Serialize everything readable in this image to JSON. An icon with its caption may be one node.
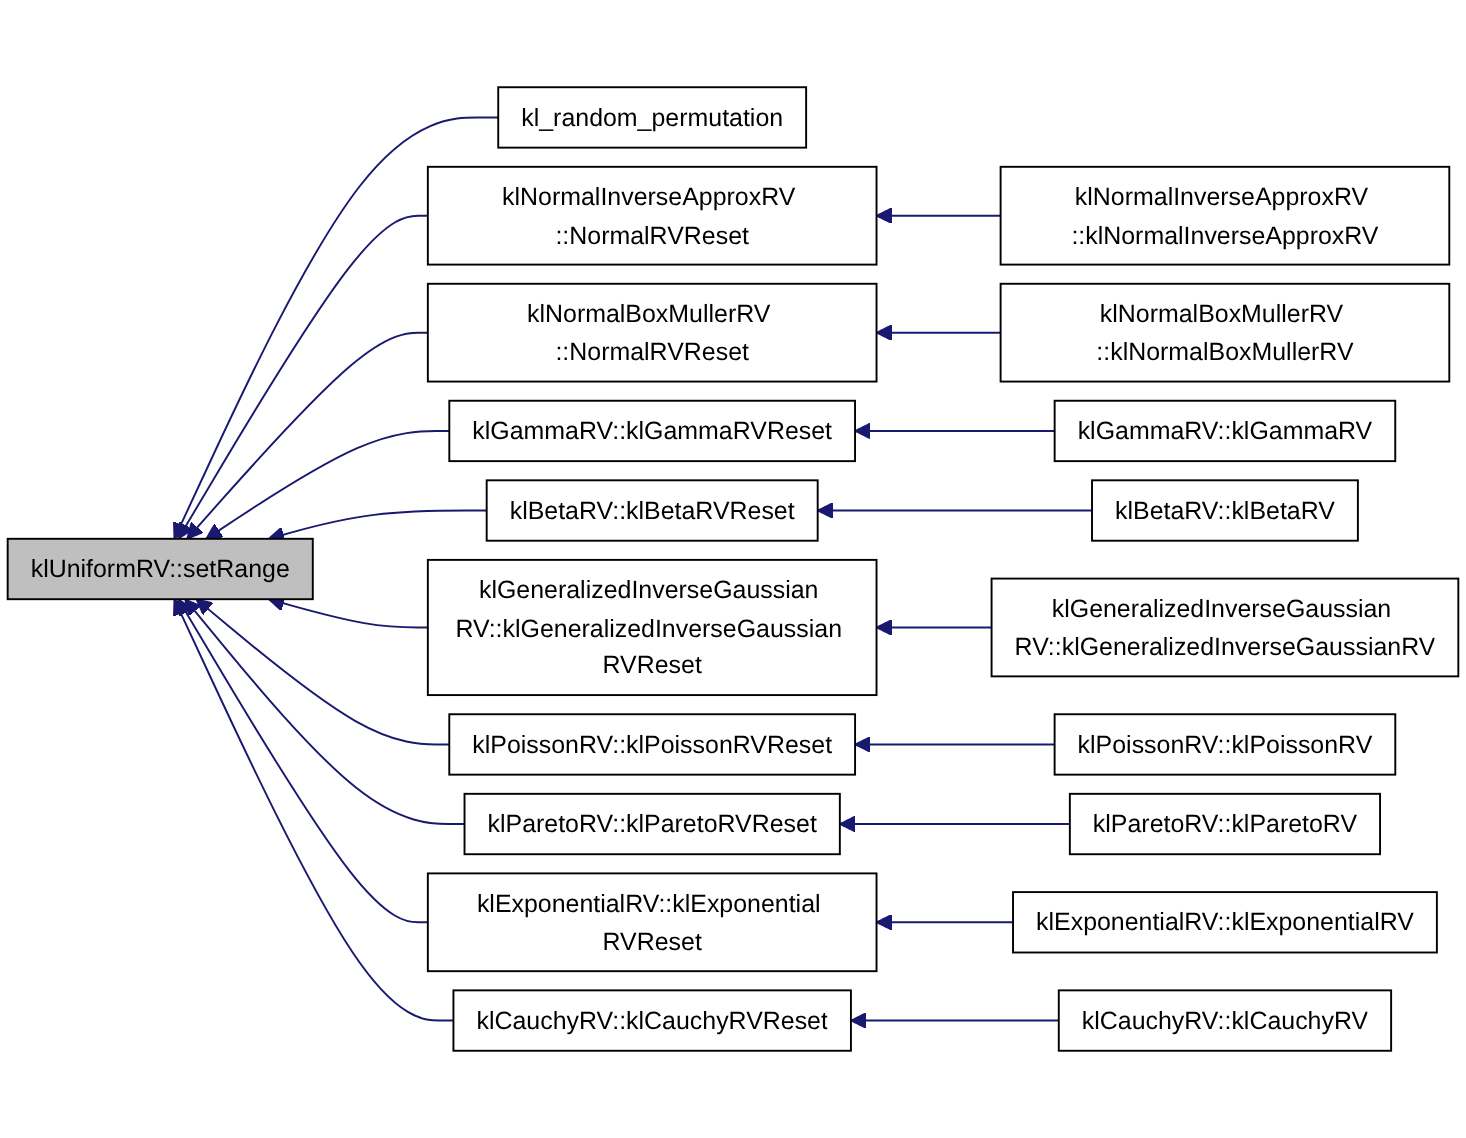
{
  "diagram": {
    "nodes": [
      {
        "text": [
          "klUniformRV::setRange"
        ]
      },
      {
        "text": [
          "kl_random_permutation"
        ]
      },
      {
        "text": [
          "klNormalInverseApproxRV ::NormalRVReset"
        ]
      },
      {
        "text": [
          "klNormalInverseApproxRV ::klNormalInverseApproxRV"
        ]
      },
      {
        "text": [
          "klNormalBoxMullerRV ::NormalRVReset"
        ]
      },
      {
        "text": [
          "klNormalBoxMullerRV ::klNormalBoxMullerRV"
        ]
      },
      {
        "text": [
          "klGammaRV::klGammaRVReset"
        ]
      },
      {
        "text": [
          "klGammaRV::klGammaRV"
        ]
      },
      {
        "text": [
          "klBetaRV::klBetaRVReset"
        ]
      },
      {
        "text": [
          "klBetaRV::klBetaRV"
        ]
      },
      {
        "text": [
          "klGeneralizedInverseGaussian RV::klGeneralizedInverseGaussian RVReset"
        ]
      },
      {
        "text": [
          "klGeneralizedInverseGaussian RV::klGeneralizedInverseGaussianRV"
        ]
      },
      {
        "text": [
          "klPoissonRV::klPoissonRVReset"
        ]
      },
      {
        "text": [
          "klPoissonRV::klPoissonRV"
        ]
      },
      {
        "text": [
          "klParetoRV::klParetoRVReset"
        ]
      },
      {
        "text": [
          "klParetoRV::klParetoRV"
        ]
      },
      {
        "text": [
          "klExponentialRV::klExponential RVReset"
        ]
      },
      {
        "text": [
          "klExponentialRV::klExponentialRV"
        ]
      },
      {
        "text": [
          "klCauchyRV::klCauchyRVReset"
        ]
      },
      {
        "text": [
          "klCauchyRV::klCauchyRV"
        ]
      }
    ],
    "edges": [
      {
        "from": 1,
        "to": 0,
        "arrow": "to"
      },
      {
        "from": 2,
        "to": 0,
        "arrow": "to"
      },
      {
        "from": 3,
        "to": 2,
        "arrow": "to"
      },
      {
        "from": 4,
        "to": 0,
        "arrow": "to"
      },
      {
        "from": 5,
        "to": 4,
        "arrow": "to"
      },
      {
        "from": 6,
        "to": 0,
        "arrow": "to"
      },
      {
        "from": 7,
        "to": 6,
        "arrow": "to"
      },
      {
        "from": 8,
        "to": 0,
        "arrow": "to"
      },
      {
        "from": 9,
        "to": 8,
        "arrow": "to"
      },
      {
        "from": 10,
        "to": 0,
        "arrow": "to"
      },
      {
        "from": 11,
        "to": 10,
        "arrow": "to"
      },
      {
        "from": 12,
        "to": 0,
        "arrow": "to"
      },
      {
        "from": 13,
        "to": 12,
        "arrow": "to"
      },
      {
        "from": 14,
        "to": 0,
        "arrow": "to"
      },
      {
        "from": 15,
        "to": 14,
        "arrow": "to"
      },
      {
        "from": 16,
        "to": 0,
        "arrow": "to"
      },
      {
        "from": 17,
        "to": 16,
        "arrow": "to"
      },
      {
        "from": 18,
        "to": 0,
        "arrow": "to"
      },
      {
        "from": 19,
        "to": 18,
        "arrow": "to"
      }
    ]
  }
}
